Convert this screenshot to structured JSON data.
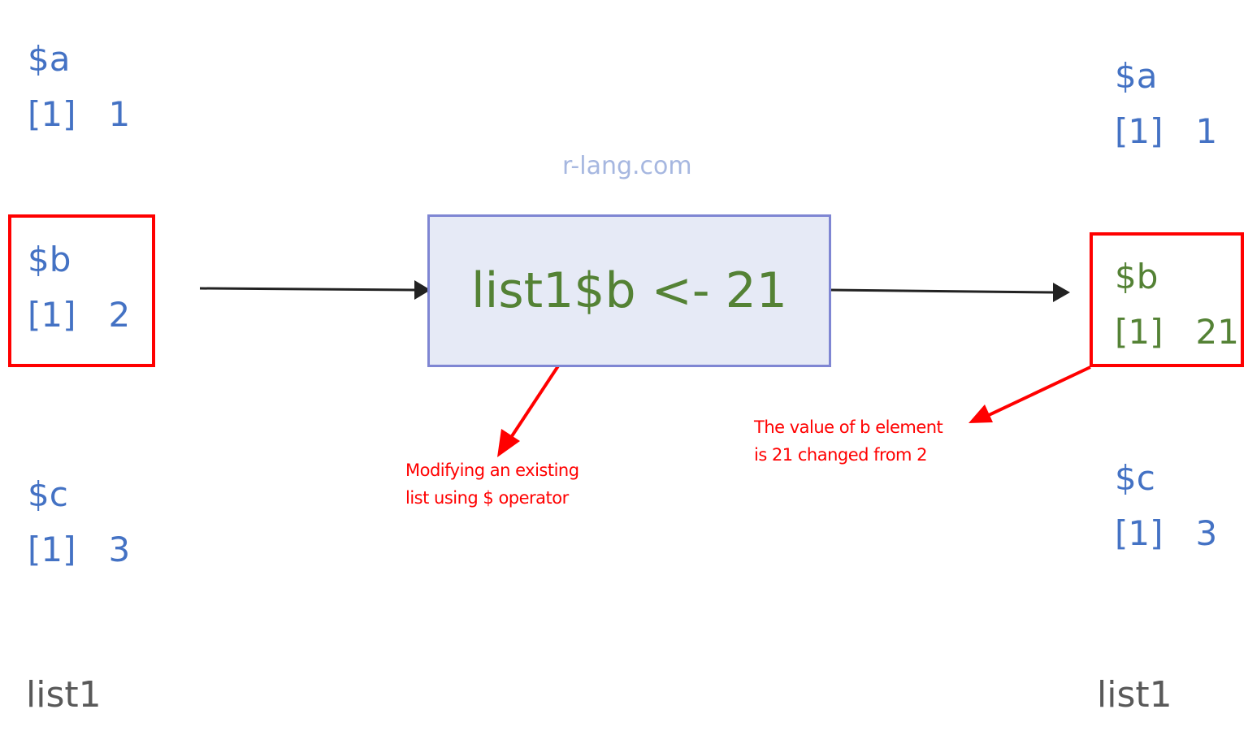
{
  "watermark": "r-lang.com",
  "left_list": {
    "name": "list1",
    "items": [
      {
        "key": "$a",
        "value": "[1]   1"
      },
      {
        "key": "$b",
        "value": "[1]   2"
      },
      {
        "key": "$c",
        "value": "[1]   3"
      }
    ]
  },
  "operation": "list1$b <- 21",
  "right_list": {
    "name": "list1",
    "items": [
      {
        "key": "$a",
        "value": "[1]   1"
      },
      {
        "key": "$b",
        "value": "[1]   21"
      },
      {
        "key": "$c",
        "value": "[1]   3"
      }
    ]
  },
  "annotations": {
    "operator_note": [
      "Modifying an existing",
      "list using $ operator"
    ],
    "value_note": [
      "The value of b element",
      "is 21 changed from 2"
    ]
  },
  "colors": {
    "blue": "#4472c4",
    "green": "#548235",
    "red": "#ff0000",
    "box_fill": "#e6eaf6",
    "box_border": "#7f86d3"
  }
}
